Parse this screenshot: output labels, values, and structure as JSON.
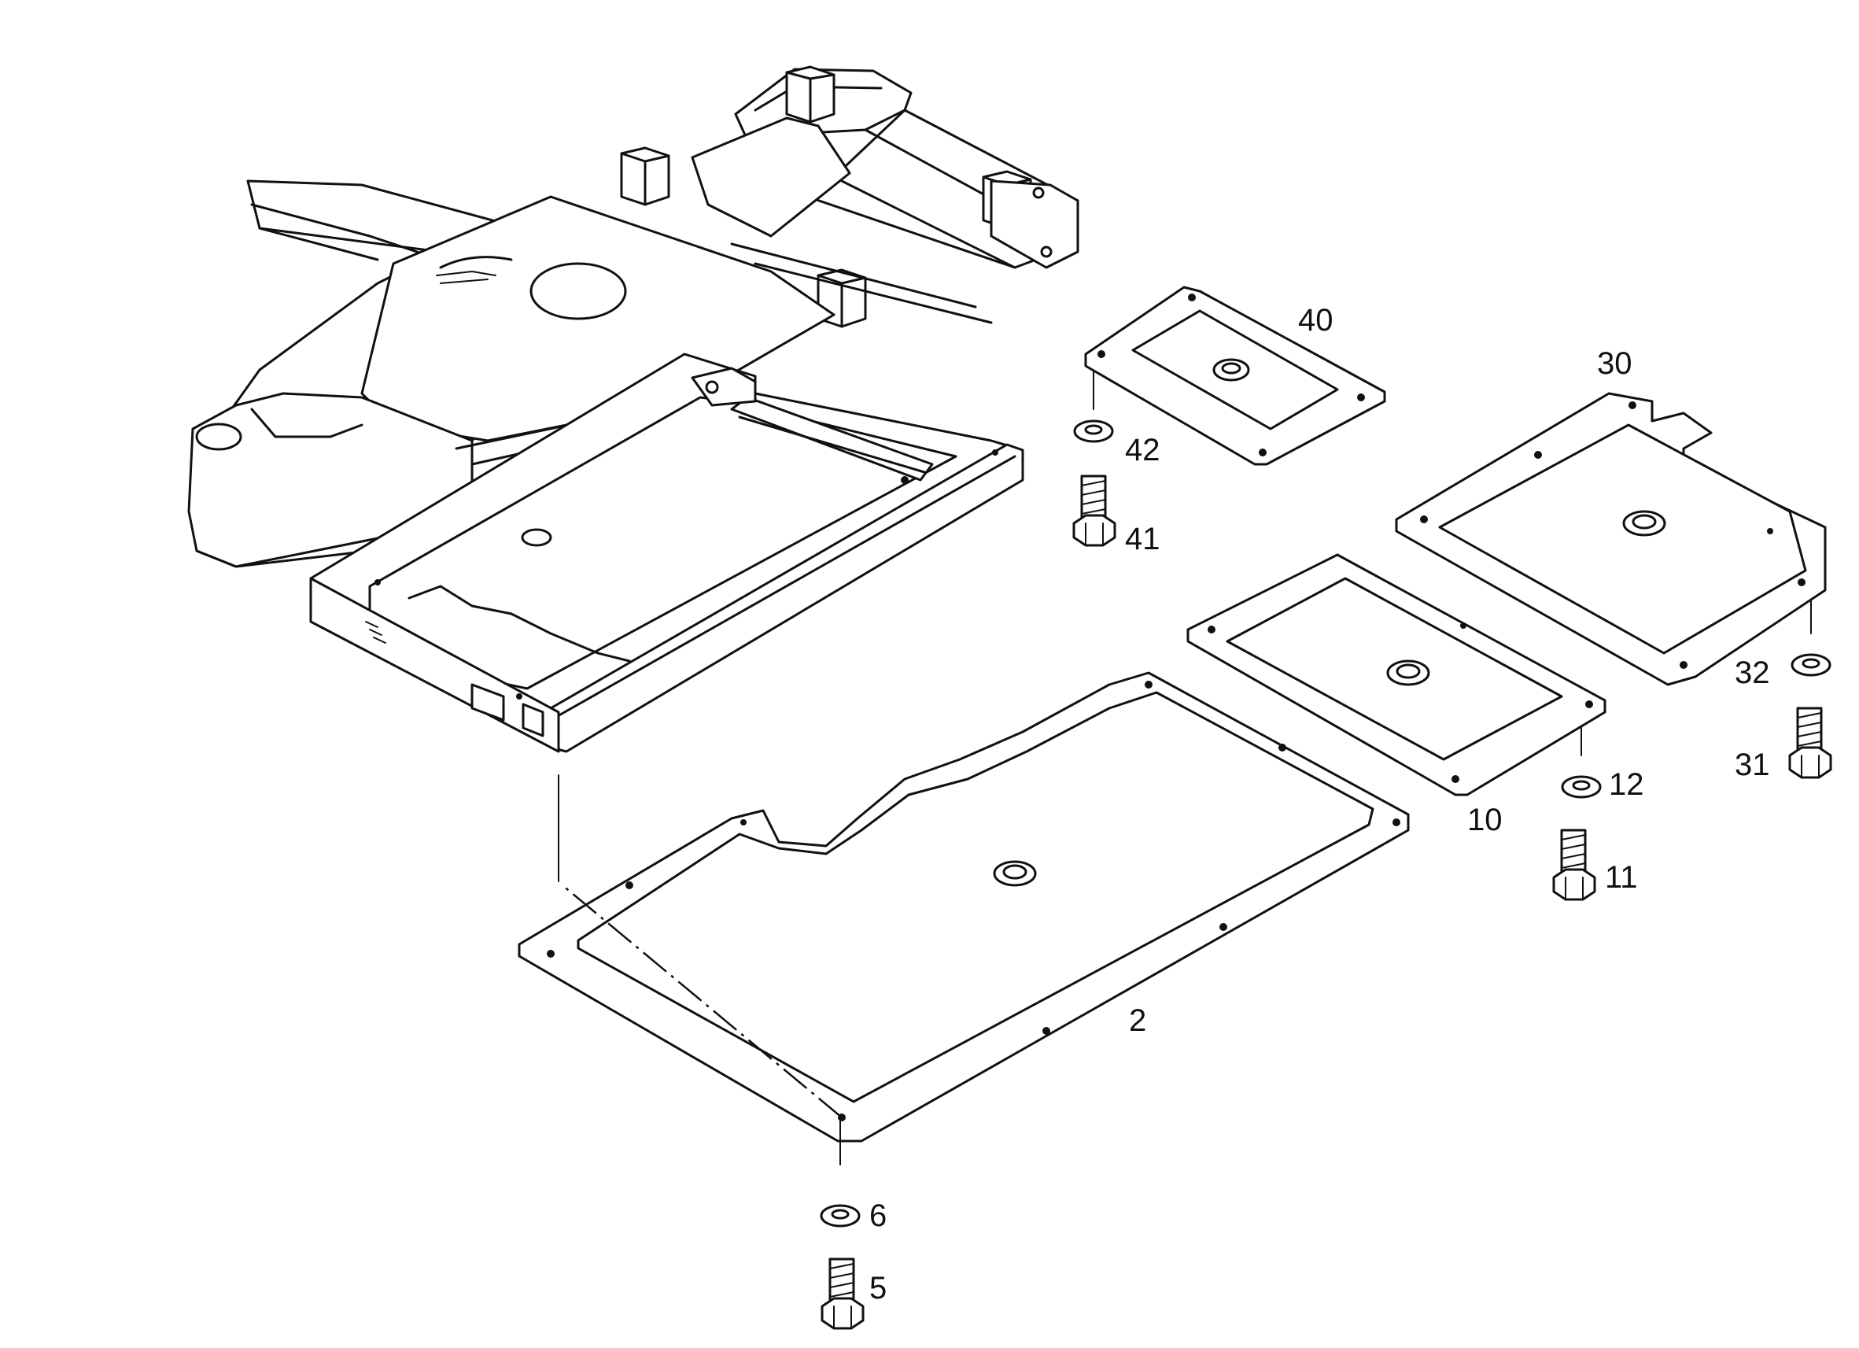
{
  "callouts": {
    "p2": "2",
    "p5": "5",
    "p6": "6",
    "p10": "10",
    "p11": "11",
    "p12": "12",
    "p30": "30",
    "p31": "31",
    "p32": "32",
    "p40": "40",
    "p41": "41",
    "p42": "42"
  }
}
